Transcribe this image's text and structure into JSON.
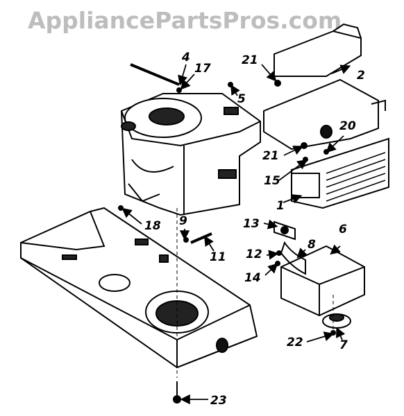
{
  "watermark": "AppliancePartsPros.com",
  "callouts": [
    {
      "id": "c1",
      "label": "1"
    },
    {
      "id": "c2",
      "label": "2"
    },
    {
      "id": "c4",
      "label": "4"
    },
    {
      "id": "c5",
      "label": "5"
    },
    {
      "id": "c6",
      "label": "6"
    },
    {
      "id": "c7",
      "label": "7"
    },
    {
      "id": "c8",
      "label": "8"
    },
    {
      "id": "c9",
      "label": "9"
    },
    {
      "id": "c11",
      "label": "11"
    },
    {
      "id": "c12",
      "label": "12"
    },
    {
      "id": "c13",
      "label": "13"
    },
    {
      "id": "c14",
      "label": "14"
    },
    {
      "id": "c15",
      "label": "15"
    },
    {
      "id": "c17",
      "label": "17"
    },
    {
      "id": "c18",
      "label": "18"
    },
    {
      "id": "c20",
      "label": "20"
    },
    {
      "id": "c21a",
      "label": "21"
    },
    {
      "id": "c21b",
      "label": "21"
    },
    {
      "id": "c22",
      "label": "22"
    },
    {
      "id": "c23",
      "label": "23"
    }
  ]
}
